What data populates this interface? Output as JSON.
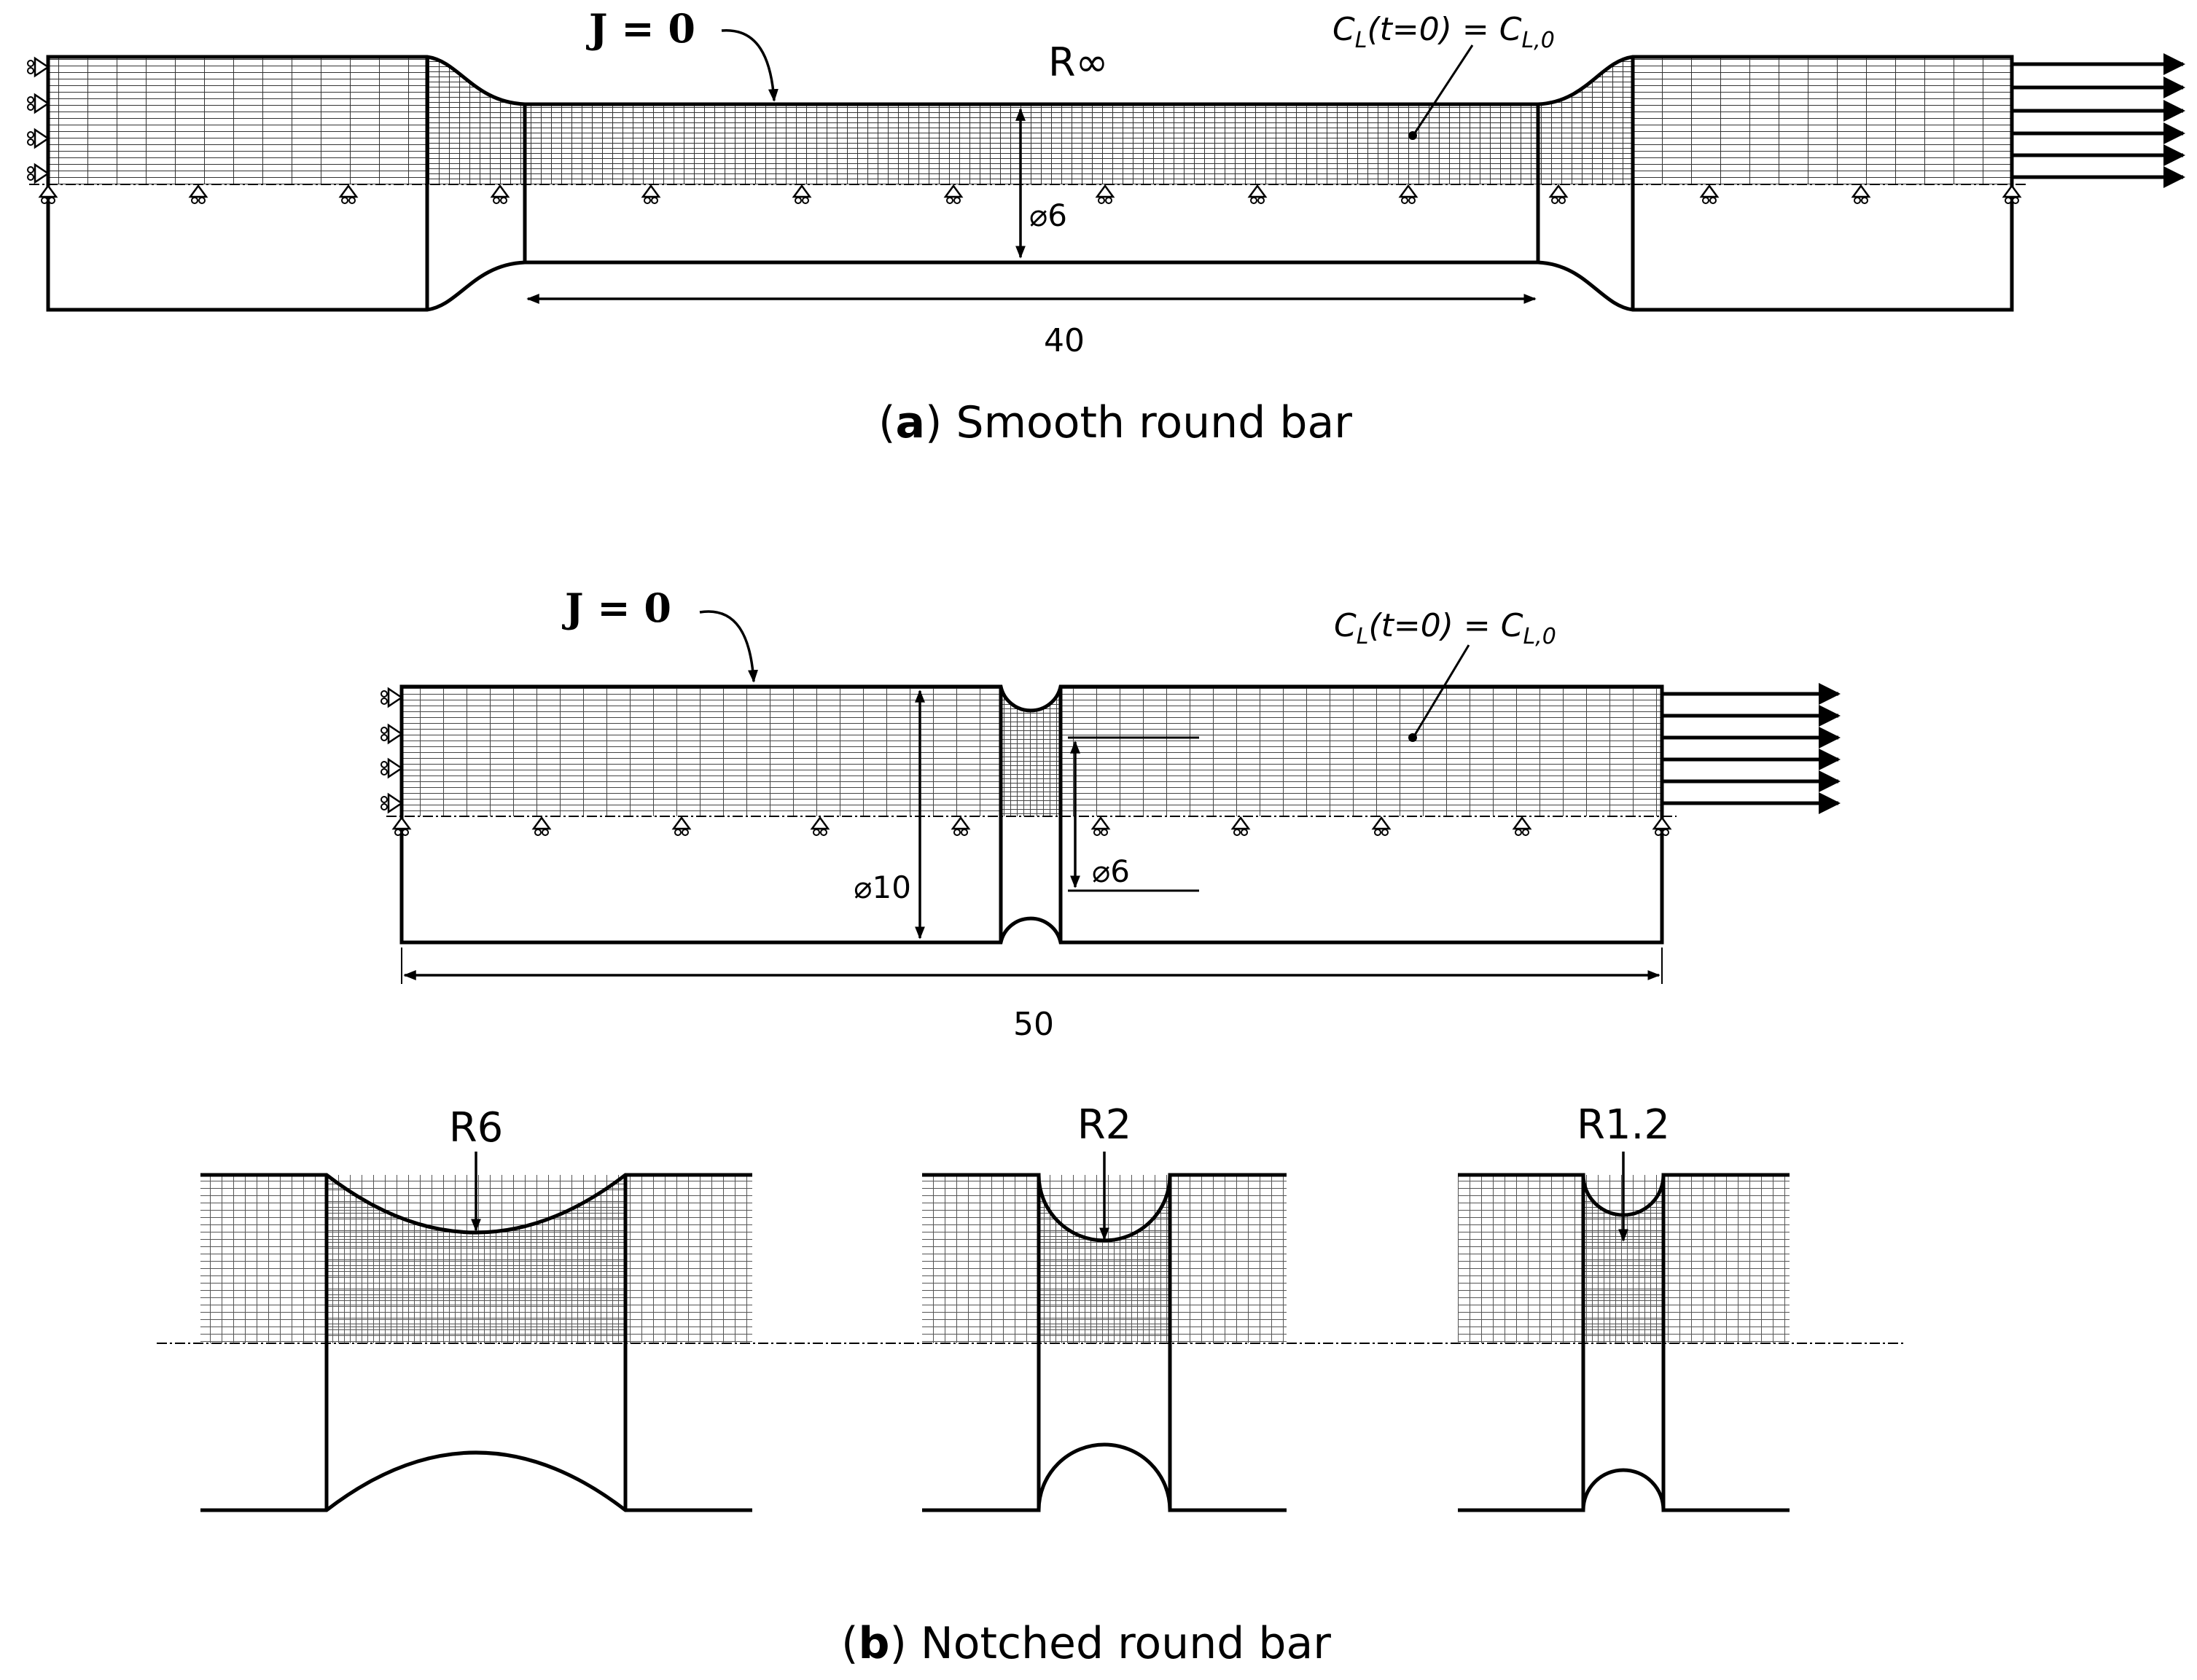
{
  "panel_a": {
    "caption_letter": "a",
    "caption_text": "Smooth round bar",
    "bc_flux": "J = 0",
    "bc_initial": "C_L(t=0) = C_L,0",
    "radius_label": "R∞",
    "diameter_label": "⌀6",
    "length_label": "40"
  },
  "panel_b": {
    "caption_letter": "b",
    "caption_text": "Notched round bar",
    "bc_flux": "J = 0",
    "bc_initial": "C_L(t=0) = C_L,0",
    "outer_diameter_label": "⌀10",
    "inner_diameter_label": "⌀6",
    "length_label": "50",
    "notch_variants": [
      {
        "label": "R6"
      },
      {
        "label": "R2"
      },
      {
        "label": "R1.2"
      }
    ]
  }
}
